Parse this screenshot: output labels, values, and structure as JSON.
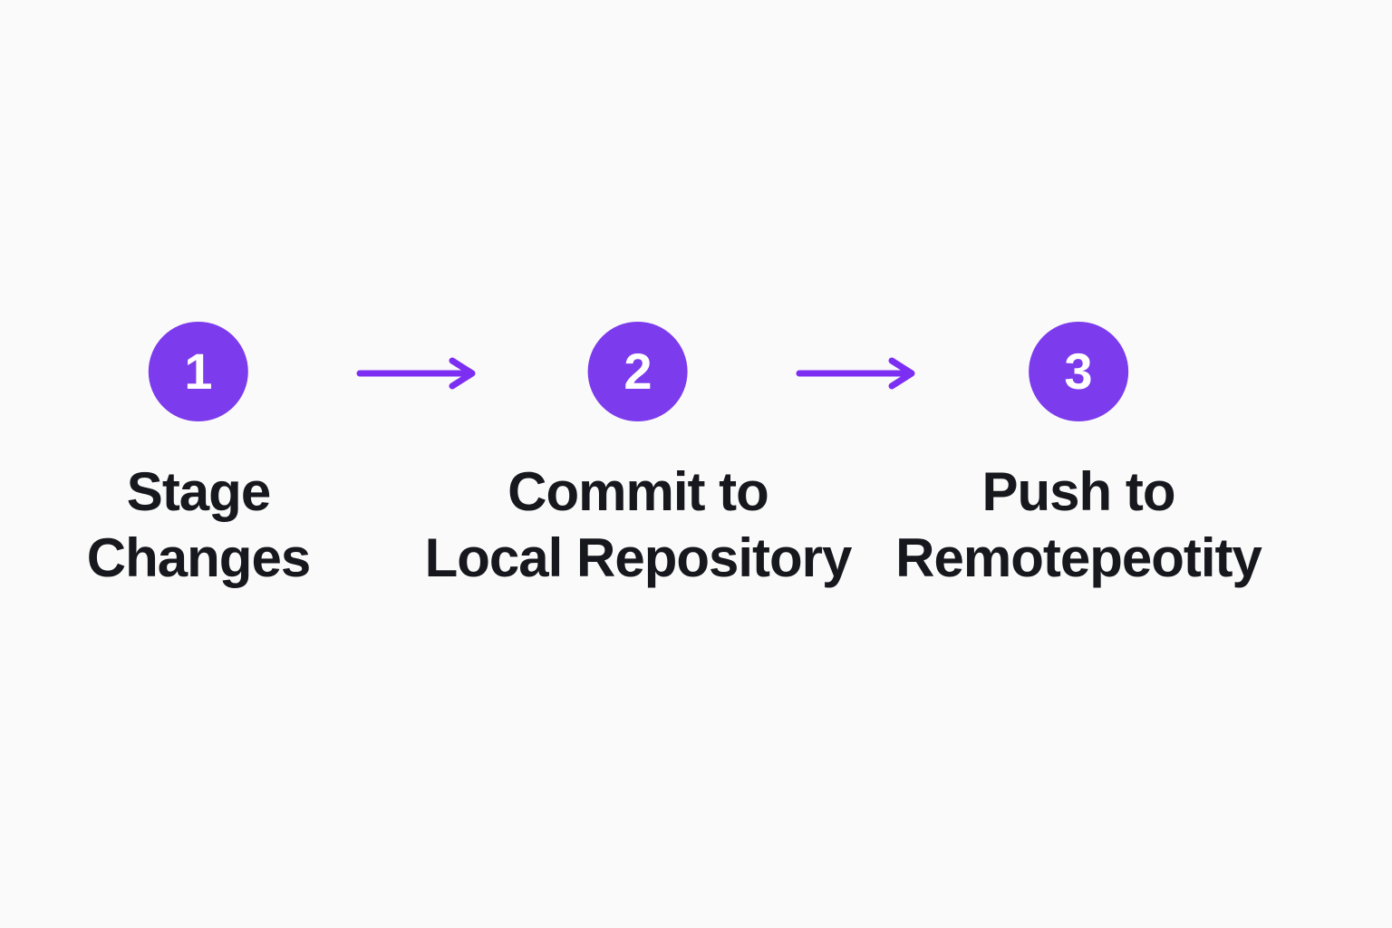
{
  "canvas": {
    "background": "#FAFAFA"
  },
  "diagram": {
    "type": "process-flow",
    "steps": [
      {
        "number": "1",
        "lines": [
          "Stage",
          "Changes"
        ]
      },
      {
        "number": "2",
        "lines": [
          "Commit to",
          "Local Repository"
        ]
      },
      {
        "number": "3",
        "lines": [
          "Push to",
          "Remotepeotity"
        ]
      }
    ],
    "arrows": [
      {
        "name": "arrow-step1-to-step2"
      },
      {
        "name": "arrow-step2-to-step3"
      }
    ],
    "colors": {
      "background": "#FAFAFA",
      "circle": "#7C3BEC",
      "arrow": "#7C2FF2",
      "label": "#17171E",
      "number": "#FFFFFF"
    }
  }
}
